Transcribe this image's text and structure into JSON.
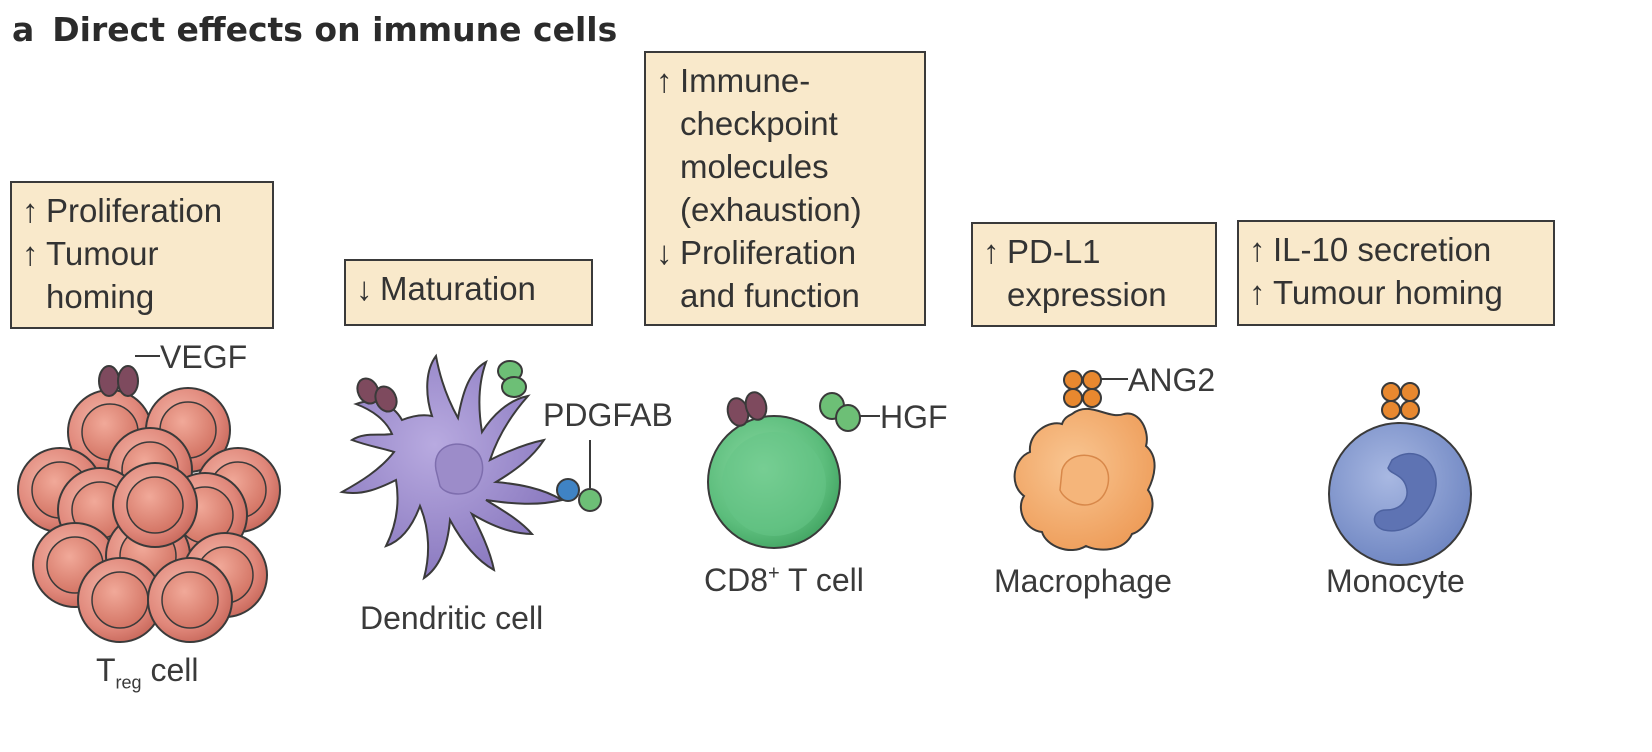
{
  "panel": {
    "letter": "a",
    "title": "Direct effects on immune cells"
  },
  "boxes": [
    {
      "lines": [
        {
          "arrow": "↑",
          "text": "Proliferation"
        },
        {
          "arrow": "↑",
          "text": "Tumour"
        },
        {
          "arrow": "",
          "text": "homing"
        }
      ]
    },
    {
      "lines": [
        {
          "arrow": "↓",
          "text": "Maturation"
        }
      ]
    },
    {
      "lines": [
        {
          "arrow": "↑",
          "text": "Immune-"
        },
        {
          "arrow": "",
          "text": "checkpoint"
        },
        {
          "arrow": "",
          "text": "molecules"
        },
        {
          "arrow": "",
          "text": "(exhaustion)"
        },
        {
          "arrow": "↓",
          "text": "Proliferation"
        },
        {
          "arrow": "",
          "text": "and function"
        }
      ]
    },
    {
      "lines": [
        {
          "arrow": "↑",
          "text": "PD-L1"
        },
        {
          "arrow": "",
          "text": "expression"
        }
      ]
    },
    {
      "lines": [
        {
          "arrow": "↑",
          "text": "IL-10 secretion"
        },
        {
          "arrow": "↑",
          "text": "Tumour homing"
        }
      ]
    }
  ],
  "factors": {
    "vegf": "VEGF",
    "pdgfab": "PDGFAB",
    "hgf": "HGF",
    "ang2": "ANG2"
  },
  "cells": {
    "treg": {
      "base": "T",
      "sub": "reg",
      "rest": " cell"
    },
    "dendritic": "Dendritic cell",
    "cd8": {
      "base": "CD8",
      "sup": "+",
      "rest": " T cell"
    },
    "macrophage": "Macrophage",
    "monocyte": "Monocyte"
  },
  "colors": {
    "box_fill": "#f9e9cb",
    "treg": "#e0877a",
    "dendritic": "#9d8ccb",
    "cd8": "#5cbd7c",
    "macrophage": "#f2a96a",
    "monocyte": "#7f95cc",
    "vegf_receptor": "#7e4a5e",
    "green_receptor": "#6dbf76",
    "blue_receptor": "#3f83c4",
    "ang2_receptor": "#e8882f"
  }
}
